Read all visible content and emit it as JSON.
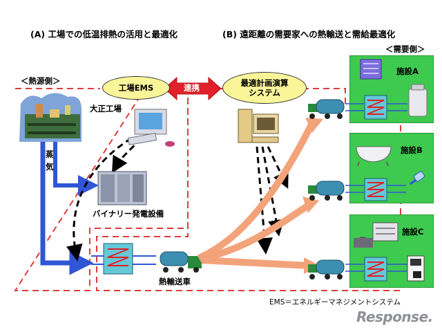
{
  "headings": {
    "section_a": "(A) 工場での低温排熱の活用と最適化",
    "section_b": "(B) 遠距離の需要家への熱輸送と需給最適化"
  },
  "sides": {
    "heat_source": "＜熱源側＞",
    "demand": "＜需要側＞"
  },
  "nodes": {
    "factory_ems": "工場EMS",
    "coordination": "連携",
    "optimization_system": "最適計画演算\nシステム",
    "taisho_factory": "大正工場",
    "steam": "蒸\n気",
    "binary_generator": "バイナリー発電設備",
    "heat_transport_vehicle": "熱輸送車",
    "facility_a": "施設A",
    "facility_b": "施設B",
    "facility_c": "施設C"
  },
  "footnote": "EMS＝エネルギーマネジメントシステム",
  "watermark": "Response.",
  "colors": {
    "dashed_border": "#e03a3a",
    "steam_arrow": "#2f56d6",
    "orange_arrow": "#f3a37a",
    "green_panel": "#3ec94f",
    "oval_fill": "#fbf59a",
    "link_red": "#e0202a"
  }
}
